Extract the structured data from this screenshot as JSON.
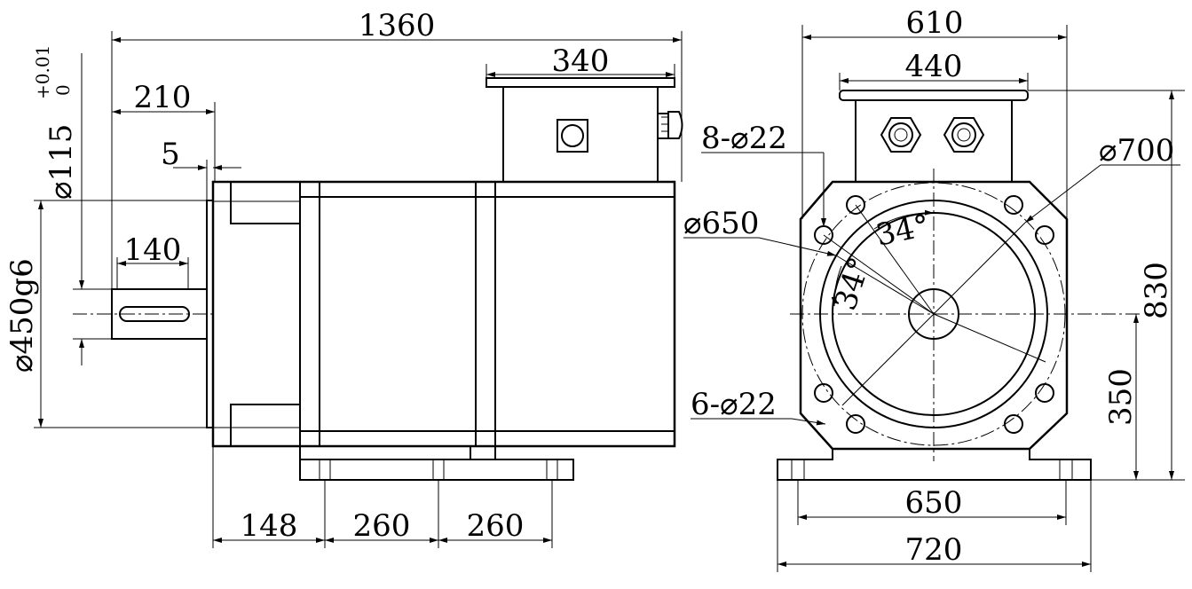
{
  "side_view": {
    "overall_length": "1360",
    "box_width": "340",
    "flange_to_shaft": "210",
    "flange_step": "5",
    "key_length": "140",
    "shaft_diameter": "⌀115",
    "shaft_tol_upper": "+0.01",
    "shaft_tol_lower": "0",
    "spigot_diameter": "⌀450g6",
    "foot_offset": "148",
    "foot_spacing_1": "260",
    "foot_spacing_2": "260"
  },
  "end_view": {
    "overall_width": "610",
    "box_width": "440",
    "flange_holes": "8-⌀22",
    "pcd": "⌀700",
    "spigot": "⌀650",
    "angle_1": "34°",
    "angle_2": "34°",
    "foot_holes": "6-⌀22",
    "overall_height": "830",
    "shaft_height": "350",
    "foot_hole_spacing": "650",
    "foot_width": "720"
  }
}
